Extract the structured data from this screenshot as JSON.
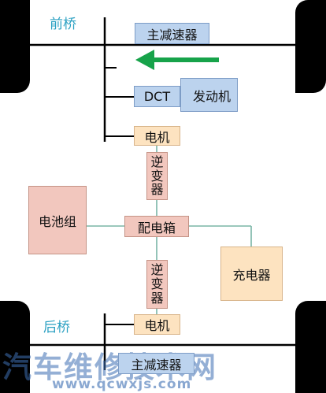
{
  "front_axle": {
    "label": "前桥",
    "final_drive": "主减速器"
  },
  "dct": {
    "label": "DCT"
  },
  "engine": {
    "label": "发动机"
  },
  "front_motor": {
    "label": "电机"
  },
  "front_inverter": {
    "chars": [
      "逆",
      "变",
      "器"
    ]
  },
  "battery": {
    "label": "电池组"
  },
  "distribution_box": {
    "label": "配电箱"
  },
  "charger": {
    "label": "充电器"
  },
  "rear_inverter": {
    "chars": [
      "逆",
      "变",
      "器"
    ]
  },
  "rear_axle": {
    "label": "后桥",
    "motor": "电机",
    "final_drive": "主减速器"
  },
  "watermark": {
    "main": "汽车维修技术网",
    "url": "www.qcwxjs.com"
  },
  "colors": {
    "blue_box": "#bcd3ee",
    "peach_box": "#fde3c0",
    "pink_box": "#f2c7be",
    "label_text": "#2aa0c2",
    "arrow": "#17a34a",
    "connector": "#7ab6a6"
  }
}
